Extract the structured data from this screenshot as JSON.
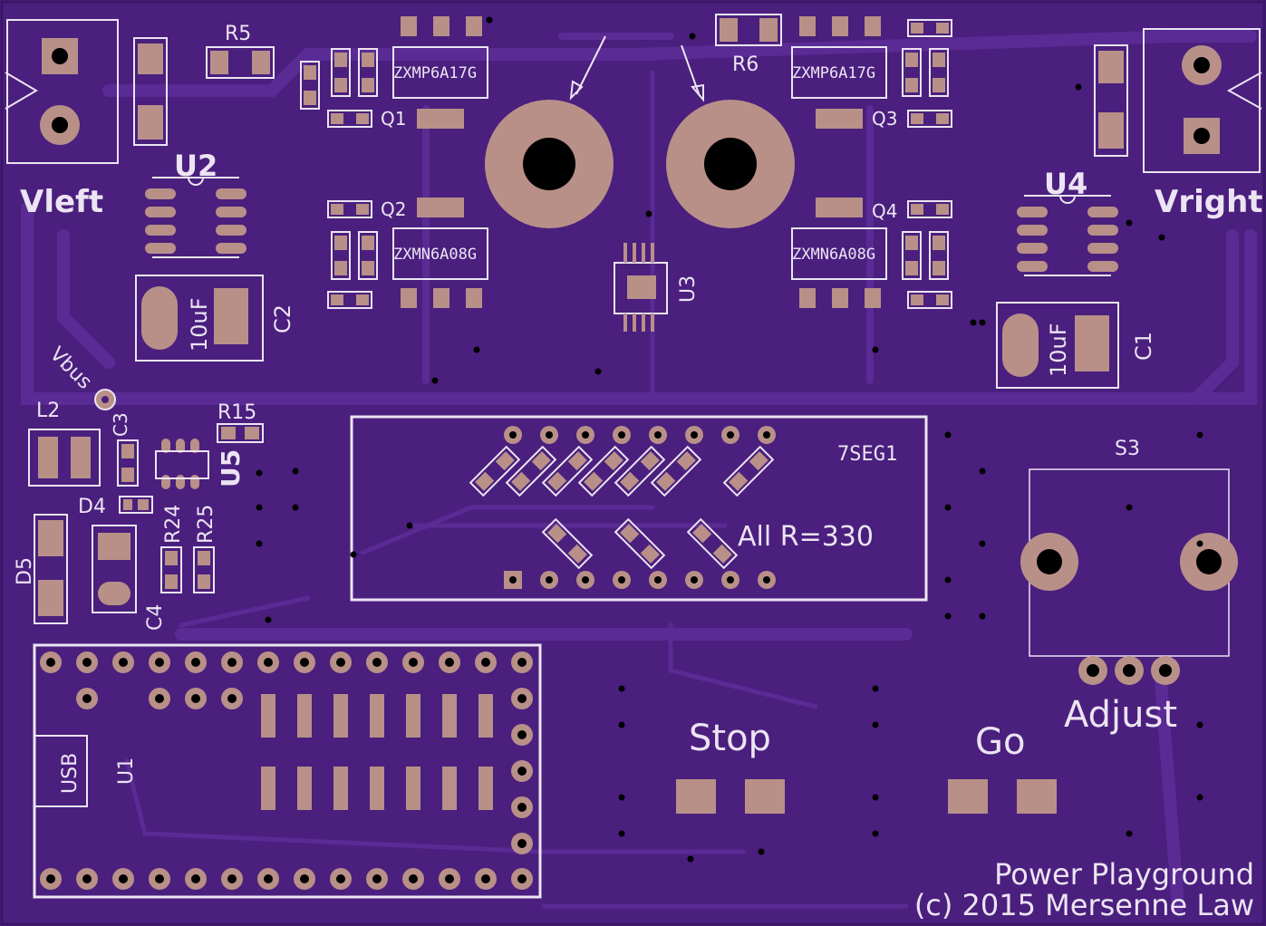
{
  "board": {
    "colors": {
      "substrate": "#4a1f7e",
      "trace": "#5a2b94",
      "pad": "#b89088",
      "silk": "#ece4f2",
      "hole": "#000000"
    },
    "labels": {
      "r5": "R5",
      "r6": "R6",
      "q1_part": "ZXMP6A17G",
      "q3_part": "ZXMP6A17G",
      "q2_part": "ZXMN6A08G",
      "q4_part": "ZXMN6A08G",
      "q1": "Q1",
      "q2": "Q2",
      "q3": "Q3",
      "q4": "Q4",
      "u2": "U2",
      "u4": "U4",
      "u3": "U3",
      "u5": "U5",
      "u1": "U1",
      "vleft": "Vleft",
      "vright": "Vright",
      "c1": "C1",
      "c2": "C2",
      "c3": "C3",
      "c4": "C4",
      "c1_val": "10uF",
      "c2_val": "10uF",
      "vbus": "Vbus",
      "l2": "L2",
      "r15": "R15",
      "d4": "D4",
      "d5": "D5",
      "r24": "R24",
      "r25": "R25",
      "seg": "7SEG1",
      "all_r": "All R=330",
      "s3": "S3",
      "adjust": "Adjust",
      "stop": "Stop",
      "go": "Go",
      "usb": "USB",
      "title": "Power Playground",
      "copyright": "(c) 2015 Mersenne Law"
    }
  }
}
